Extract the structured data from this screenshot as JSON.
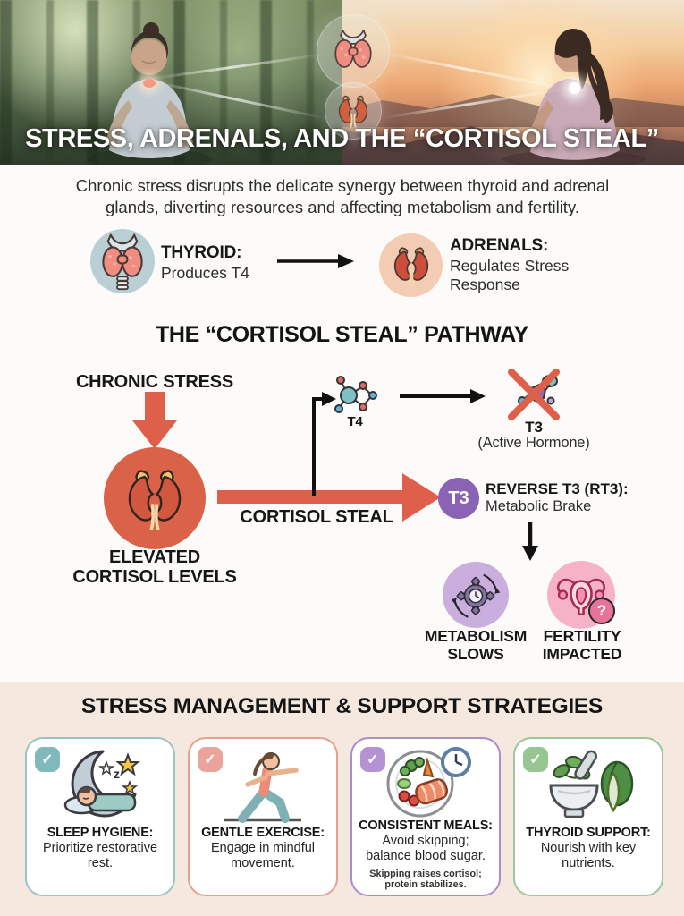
{
  "hero": {
    "title": "STRESS, ADRENALS, AND THE “CORTISOL STEAL”"
  },
  "intro": {
    "text": "Chronic stress disrupts the delicate synergy between thyroid and adrenal glands, diverting resources and affecting metabolism and fertility."
  },
  "glands": {
    "thyroid_title": "THYROID:",
    "thyroid_desc": "Produces T4",
    "adrenals_title": "ADRENALS:",
    "adrenals_desc": "Regulates Stress Response"
  },
  "pathway": {
    "heading": "THE “CORTISOL STEAL” PATHWAY",
    "chronic_stress_label": "CHRONIC STRESS",
    "elevated_label": "ELEVATED CORTISOL LEVELS",
    "cortisol_steal_label": "CORTISOL STEAL",
    "t4_label": "T4",
    "t3_label": "T3",
    "t3_sub": "(Active Hormone)",
    "rt3_badge": "T3",
    "rt3_title": "REVERSE T3 (RT3):",
    "rt3_sub": "Metabolic Brake",
    "metabolism_label": "METABOLISM SLOWS",
    "fertility_label": "FERTILITY IMPACTED"
  },
  "strategies": {
    "heading": "STRESS MANAGEMENT & SUPPORT STRATEGIES",
    "cards": [
      {
        "title": "SLEEP HYGIENE:",
        "desc": "Prioritize restorative rest.",
        "note": "",
        "accent": "#9cc3c3"
      },
      {
        "title": "GENTLE EXERCISE:",
        "desc": "Engage in mindful movement.",
        "note": "",
        "accent": "#e5a18e"
      },
      {
        "title": "CONSISTENT MEALS:",
        "desc": "Avoid skipping; balance blood sugar.",
        "note": "Skipping raises cortisol; protein stabilizes.",
        "accent": "#ac8cce"
      },
      {
        "title": "THYROID SUPPORT:",
        "desc": "Nourish with key nutrients.",
        "note": "",
        "accent": "#9ec69b"
      }
    ]
  },
  "icons": {
    "check_glyph": "✓",
    "question_glyph": "?",
    "sleep_z_glyph": "z"
  },
  "colors": {
    "accent_red": "#d96248",
    "accent_purple": "#8a63b5",
    "metabolism_bg": "#c9aede",
    "fertility_bg": "#f7b3c6",
    "thyroid_icon_bg": "#b9cfd3",
    "adrenal_icon_bg": "#f4cbb3",
    "strategies_bg": "#f4e8df"
  }
}
